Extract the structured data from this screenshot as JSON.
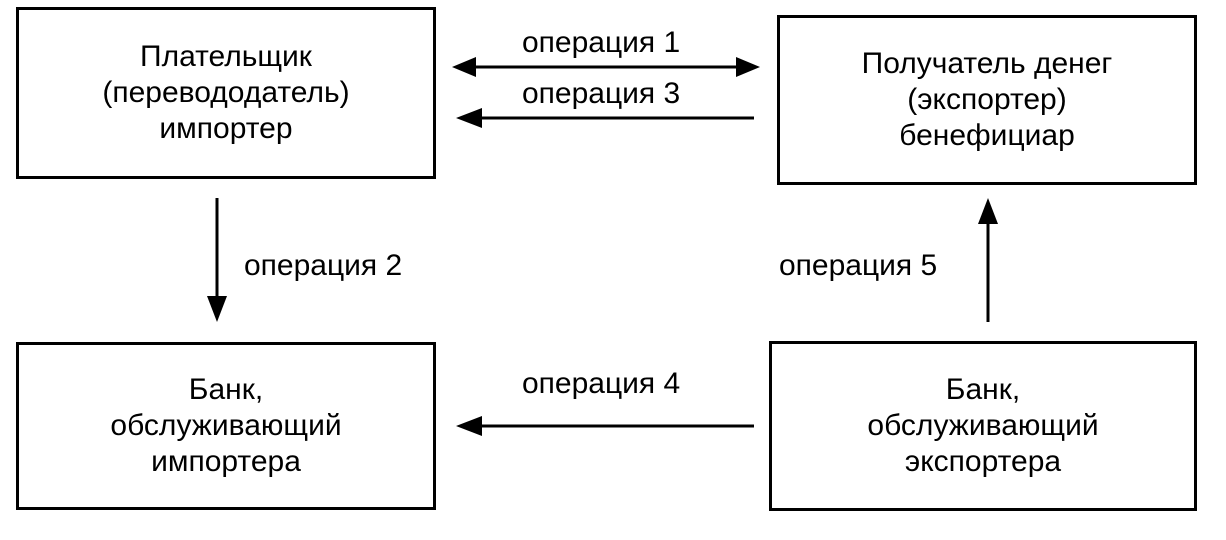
{
  "nodes": {
    "payer": {
      "lines": [
        "Плательщик",
        "(перевододатель)",
        "импортер"
      ]
    },
    "receiver": {
      "lines": [
        "Получатель денег",
        "(экспортер)",
        "бенефициар"
      ]
    },
    "importer_bank": {
      "lines": [
        "Банк,",
        "обслуживающий",
        "импортера"
      ]
    },
    "exporter_bank": {
      "lines": [
        "Банк,",
        "обслуживающий",
        "экспортера"
      ]
    }
  },
  "edges": {
    "op1": {
      "label": "операция 1",
      "from": "payer",
      "to": "receiver",
      "bidirectional": true
    },
    "op2": {
      "label": "операция 2",
      "from": "payer",
      "to": "importer_bank",
      "bidirectional": false
    },
    "op3": {
      "label": "операция 3",
      "from": "receiver",
      "to": "payer",
      "bidirectional": false
    },
    "op4": {
      "label": "операция 4",
      "from": "exporter_bank",
      "to": "importer_bank",
      "bidirectional": false
    },
    "op5": {
      "label": "операция 5",
      "from": "exporter_bank",
      "to": "receiver",
      "bidirectional": false
    }
  },
  "colors": {
    "line": "#000000",
    "background": "#ffffff"
  }
}
